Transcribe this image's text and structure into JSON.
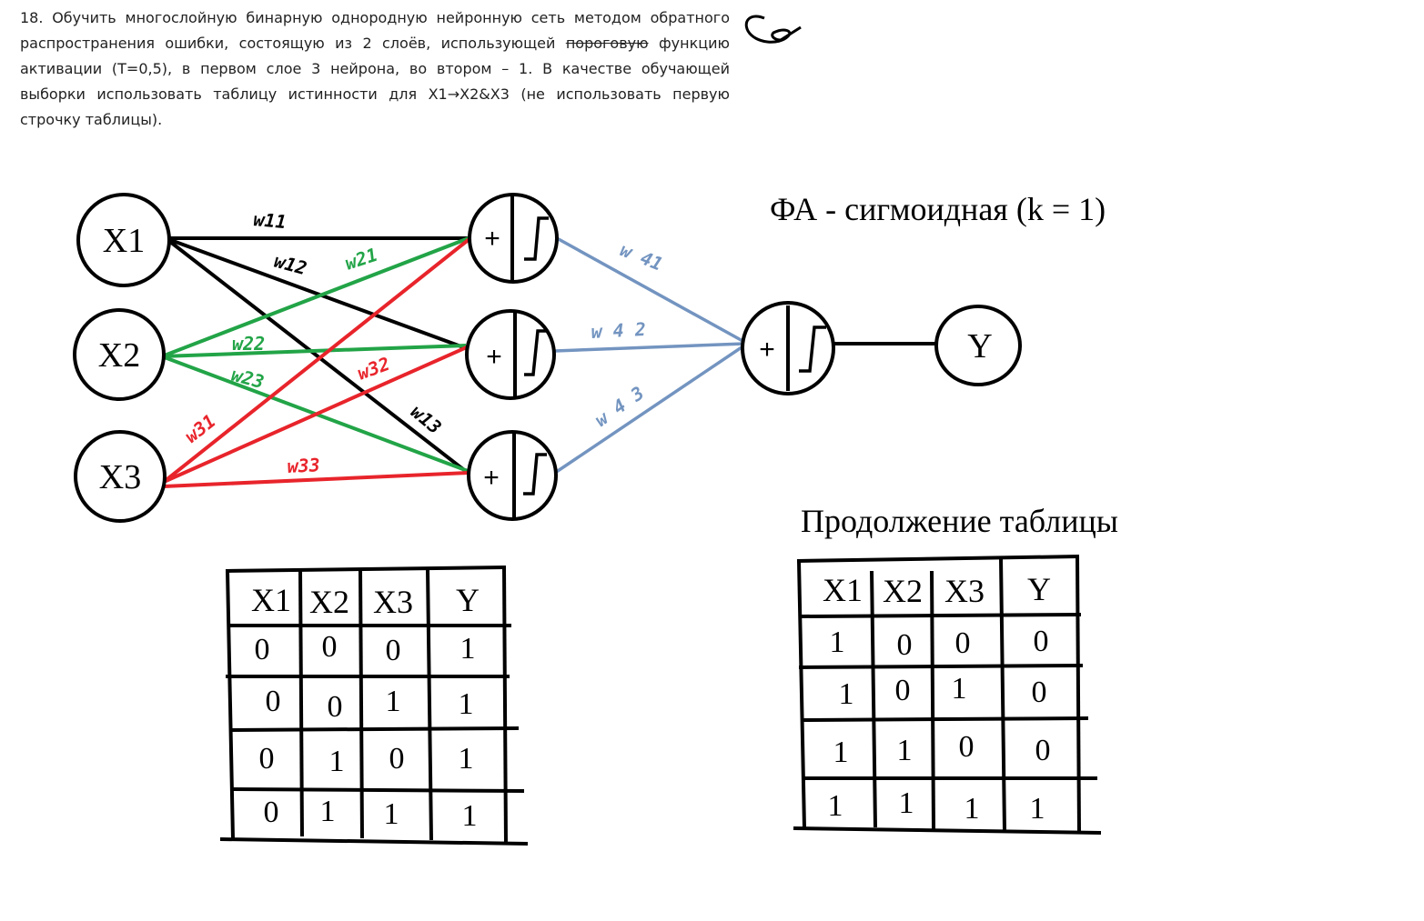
{
  "task": {
    "part1": "18. Обучить многослойную бинарную однородную нейронную сеть методом обратного распространения ошибки, состоящую из 2 слоёв, использующей ",
    "strike": "пороговую",
    "part2": " функцию активации (T=0,5), в первом слое 3 нейрона, во втором – 1. В качестве обучающей выборки использовать таблицу истинности для X1→X2&X3 (не использовать первую строчку таблицы)."
  },
  "network": {
    "inputs": [
      "X1",
      "X2",
      "X3"
    ],
    "output": "Y",
    "plus": "+",
    "activation_label": "ФА - сигмоидная (k = 1)",
    "weights": {
      "w11": "w11",
      "w12": "w12",
      "w13": "w13",
      "w21": "w21",
      "w22": "w22",
      "w23": "w23",
      "w31": "w31",
      "w32": "w32",
      "w33": "w33",
      "w41": "w 41",
      "w42": "w 4 2",
      "w43": "w 4 3"
    },
    "colors": {
      "x1": "#000000",
      "x2": "#22a447",
      "x3": "#e8242b",
      "hidden": "#7394c0"
    }
  },
  "table1": {
    "headers": [
      "X1",
      "X2",
      "X3",
      "Y"
    ],
    "rows": [
      [
        "0",
        "0",
        "0",
        "1"
      ],
      [
        "0",
        "0",
        "1",
        "1"
      ],
      [
        "0",
        "1",
        "0",
        "1"
      ],
      [
        "0",
        "1",
        "1",
        "1"
      ]
    ]
  },
  "table2": {
    "title": "Продолжение таблицы",
    "headers": [
      "X1",
      "X2",
      "X3",
      "Y"
    ],
    "rows": [
      [
        "1",
        "0",
        "0",
        "0"
      ],
      [
        "1",
        "0",
        "1",
        "0"
      ],
      [
        "1",
        "1",
        "0",
        "0"
      ],
      [
        "1",
        "1",
        "1",
        "1"
      ]
    ]
  }
}
